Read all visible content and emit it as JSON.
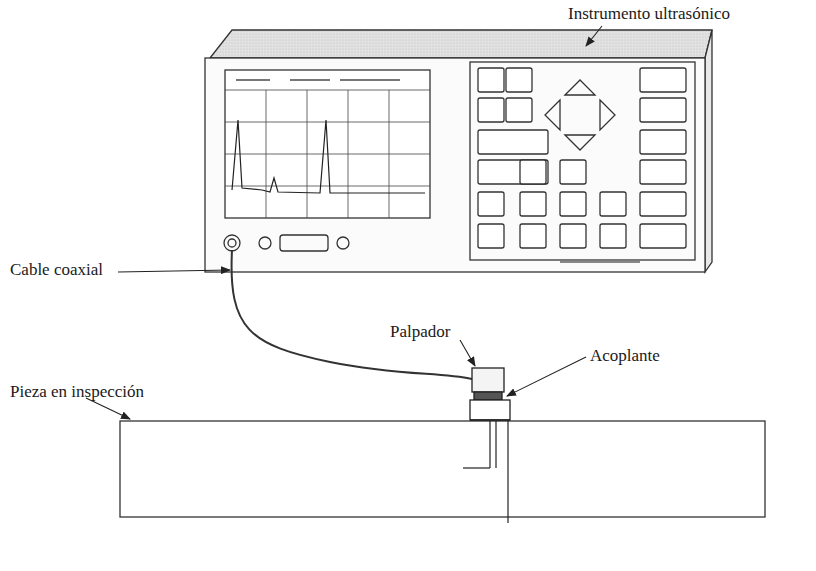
{
  "diagram": {
    "labels": [
      "Instrumento ultrasónico",
      "Cable coaxial",
      "Palpador",
      "Acoplante",
      "Pieza en inspección"
    ]
  }
}
